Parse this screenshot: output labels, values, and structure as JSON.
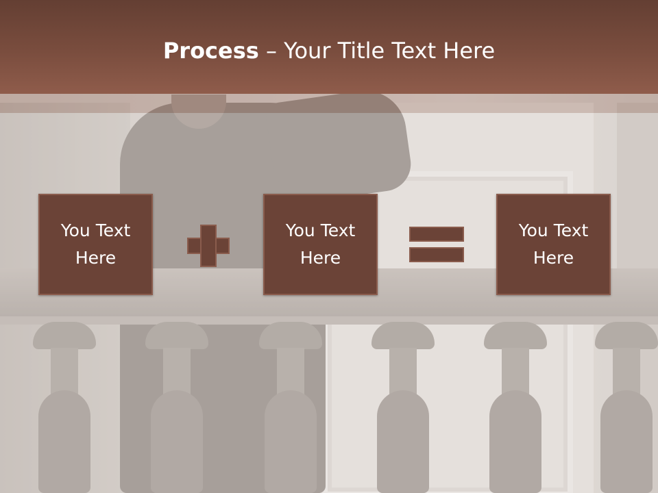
{
  "header": {
    "title_bold": "Process",
    "title_rest": " – Your Title Text Here"
  },
  "process": {
    "box1": {
      "line1": "You Text",
      "line2": "Here"
    },
    "box2": {
      "line1": "You Text",
      "line2": "Here"
    },
    "box3": {
      "line1": "You Text",
      "line2": "Here"
    },
    "operator1_icon": "plus-icon",
    "operator2_icon": "equals-icon"
  },
  "colors": {
    "header": "#7a4d3e",
    "box_fill": "#6b4337",
    "box_border": "#8a5c4d",
    "text": "#ffffff"
  }
}
